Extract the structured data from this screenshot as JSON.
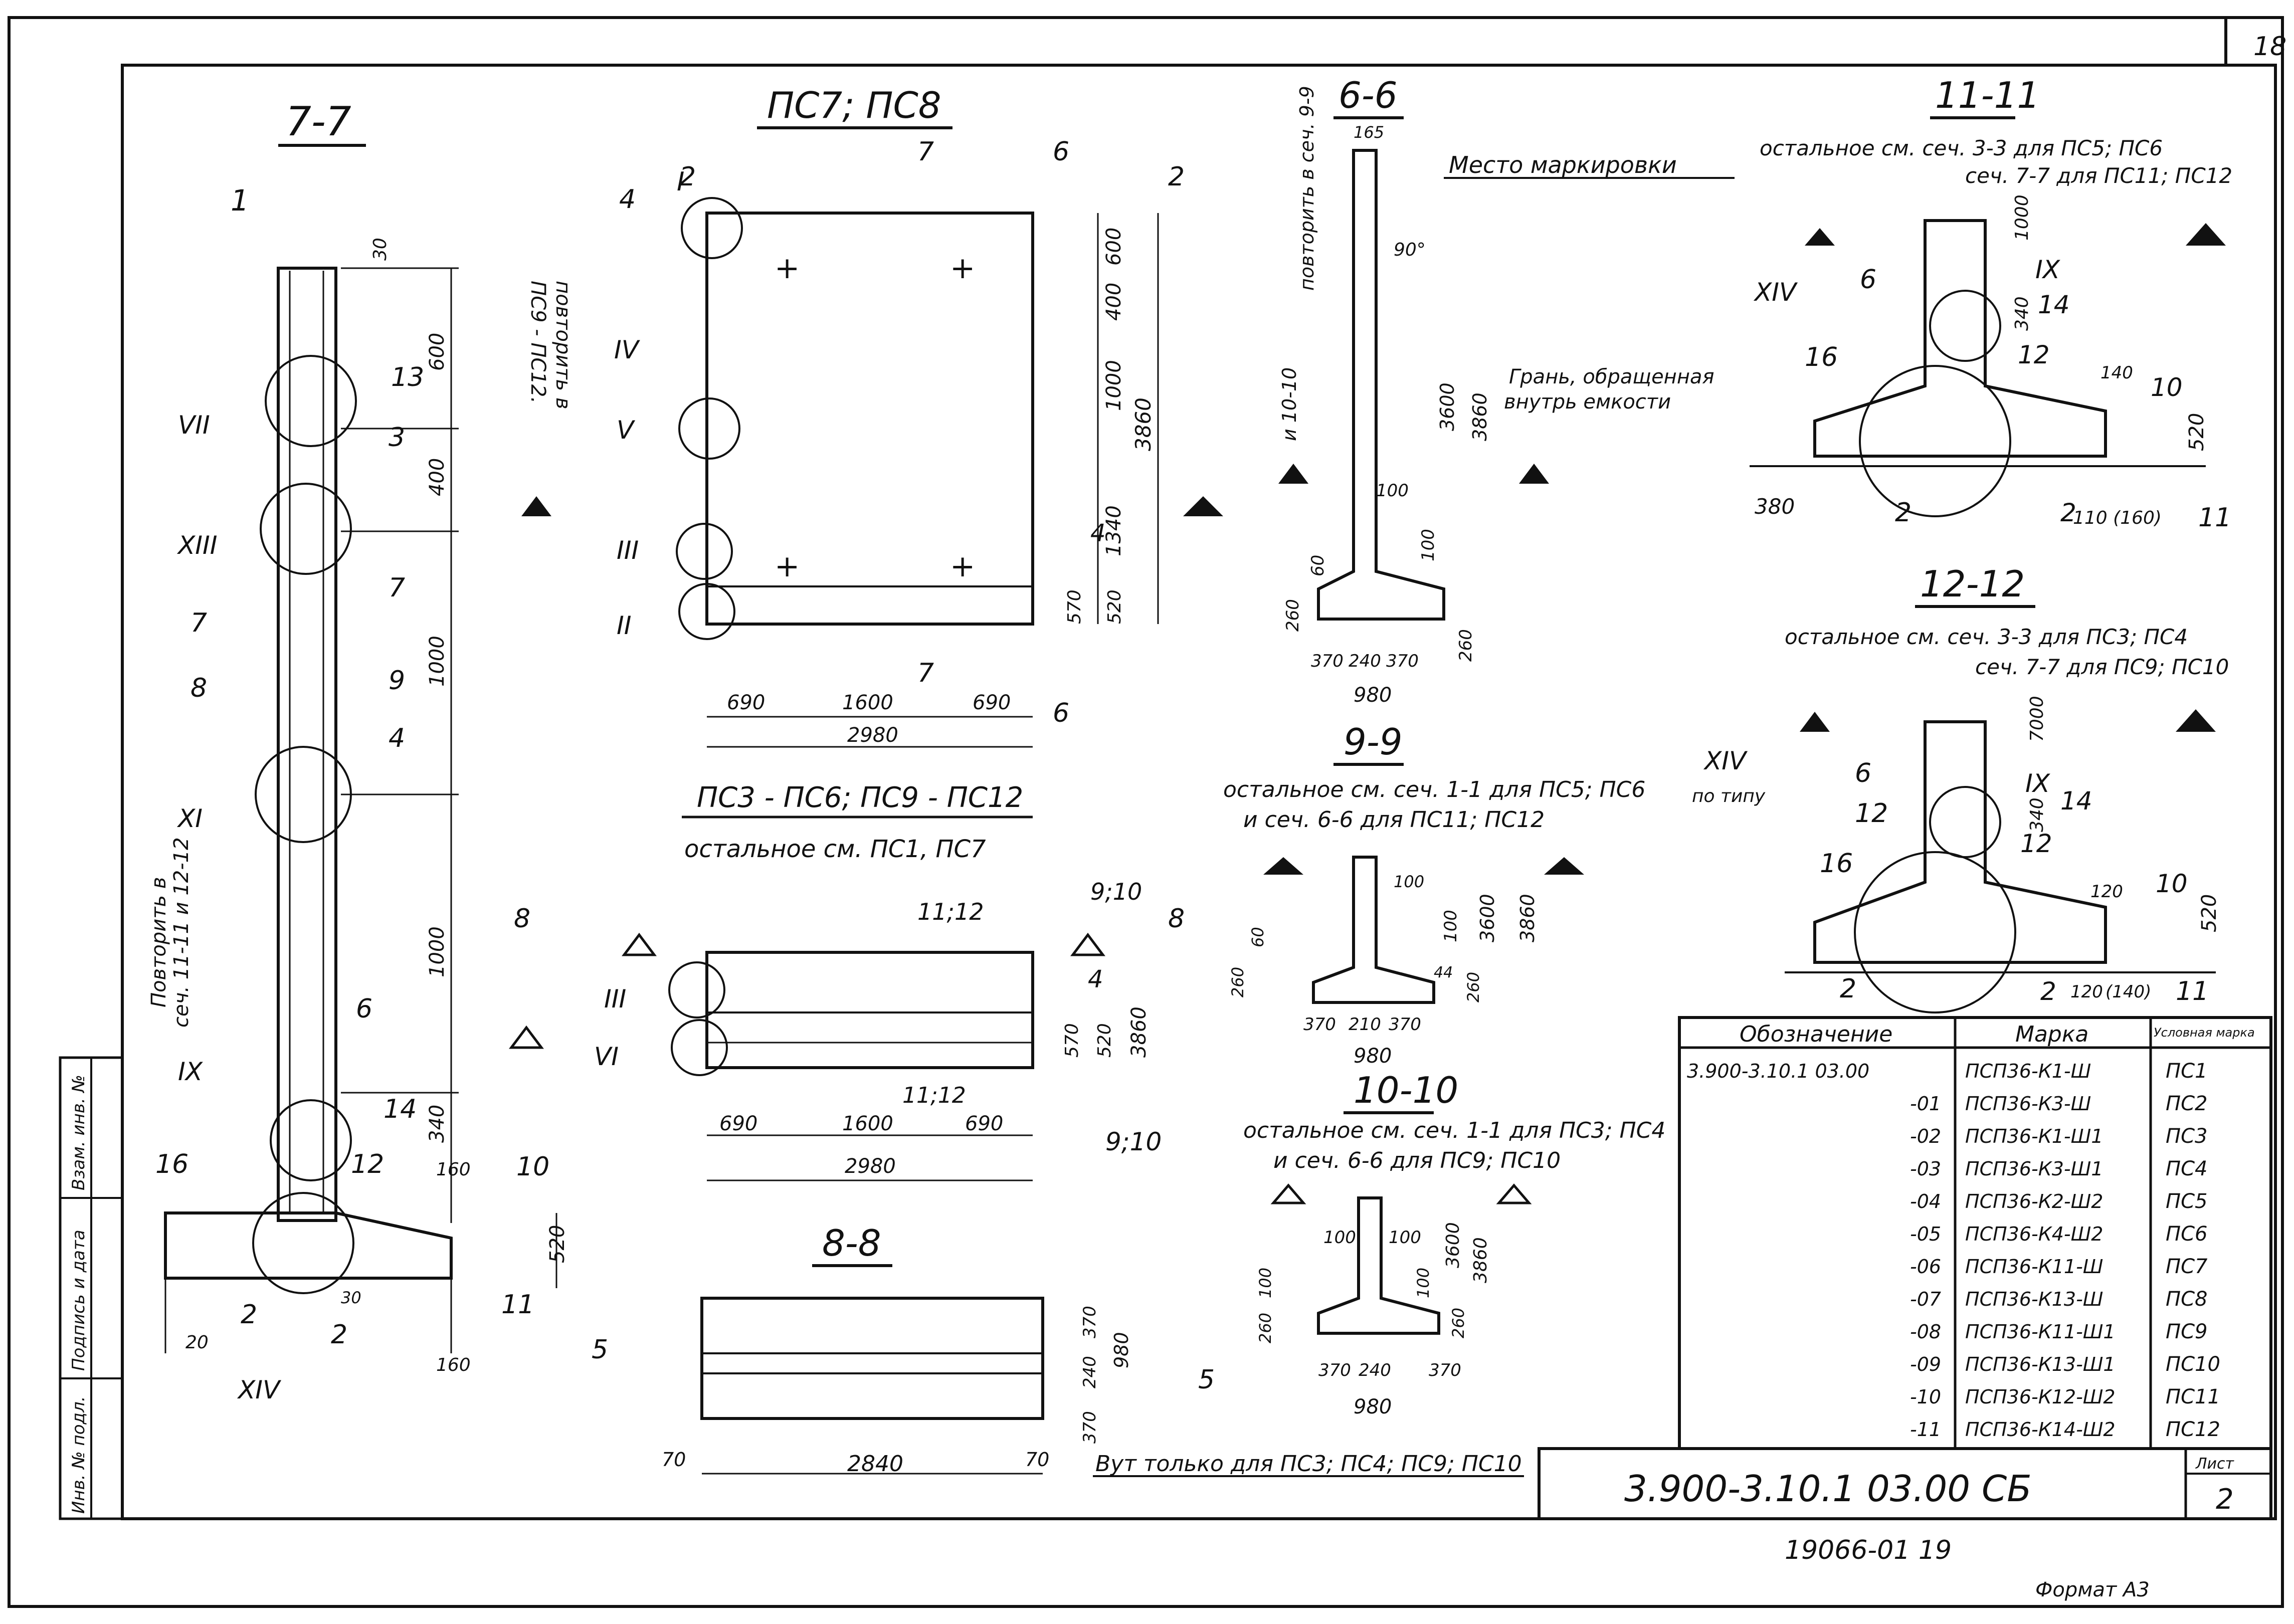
{
  "sheet_top": "18",
  "views": {
    "s77": "7-7",
    "pc78": "ПС7; ПС8",
    "s66": "6-6",
    "s1111": "11-11",
    "s1212": "12-12",
    "s99": "9-9",
    "s1010": "10-10",
    "s88": "8-8",
    "pc36_612": "ПС3 - ПС6; ПС9 - ПС12"
  },
  "notes": {
    "rest_pc": "остальное см. ПС1, ПС7",
    "mark_place": "Место маркировки",
    "face1": "Грань, обращенная",
    "face2": "внутрь емкости",
    "repeat66_1": "повторить в сеч. 9-9",
    "repeat66_2": "и 10-10",
    "repeat77_1": "повторить в",
    "repeat77_2": "ПС9 - ПС12.",
    "repeat_low1": "Повторить в",
    "repeat_low2": "сеч. 11-11 и 12-12",
    "n1111_1": "остальное см. сеч. 3-3 для ПС5; ПС6",
    "n1111_2": "сеч. 7-7 для ПС11; ПС12",
    "n1212_1": "остальное см. сеч. 3-3 для ПС3; ПС4",
    "n1212_2": "сеч. 7-7 для ПС9; ПС10",
    "n99_1": "остальное см. сеч. 1-1 для ПС5; ПС6",
    "n99_2": "и сеч. 6-6 для ПС11; ПС12",
    "n1010_1": "остальное см. сеч. 1-1 для ПС3; ПС4",
    "n1010_2": "и сеч. 6-6 для ПС9; ПС10",
    "vut": "Вут только для ПС3; ПС4; ПС9; ПС10",
    "po_tipu": "по типу"
  },
  "dims": {
    "d30": "30",
    "d600": "600",
    "d400": "400",
    "d1000": "1000",
    "d340": "340",
    "d520": "520",
    "d160": "160",
    "d20": "20",
    "d3860": "3860",
    "d1340": "1340",
    "d570": "570",
    "d690": "690",
    "d1600": "1600",
    "d2980": "2980",
    "d165": "165",
    "d90": "90°",
    "d3600": "3600",
    "d100": "100",
    "d260": "260",
    "d60": "60",
    "d370": "370",
    "d240": "240",
    "d980": "980",
    "d380": "380",
    "d140": "140",
    "d110": "110 (160)",
    "d120": "120",
    "d140b": "(140)",
    "d44": "44",
    "d210": "210",
    "d2840": "2840",
    "d70": "70",
    "d7000": "7000"
  },
  "labels": {
    "n1": "1",
    "n2": "2",
    "n3": "3",
    "n4": "4",
    "n5": "5",
    "n6": "6",
    "n7": "7",
    "n8": "8",
    "n9": "9",
    "n10": "10",
    "n11": "11",
    "n12": "12",
    "n13": "13",
    "n14": "14",
    "n16": "16",
    "r1": "I",
    "r2": "II",
    "r3": "III",
    "r4": "IV",
    "r5": "V",
    "r6": "VI",
    "r7": "VII",
    "r9": "IX",
    "r11": "XI",
    "r13": "XIII",
    "r14": "XIV",
    "s910": "9;10",
    "s1112": "11;12"
  },
  "side_stamp": [
    "Инв. № подл.",
    "Подпись и дата",
    "Взам. инв. №"
  ],
  "table": {
    "headers": [
      "Обозначение",
      "Марка",
      "Условная марка"
    ],
    "rows": [
      [
        "3.900-3.10.1 03.00",
        "ПСП36-К1-Ш",
        "ПС1"
      ],
      [
        "-01",
        "ПСП36-К3-Ш",
        "ПС2"
      ],
      [
        "-02",
        "ПСП36-К1-Ш1",
        "ПС3"
      ],
      [
        "-03",
        "ПСП36-К3-Ш1",
        "ПС4"
      ],
      [
        "-04",
        "ПСП36-К2-Ш2",
        "ПС5"
      ],
      [
        "-05",
        "ПСП36-К4-Ш2",
        "ПС6"
      ],
      [
        "-06",
        "ПСП36-К11-Ш",
        "ПС7"
      ],
      [
        "-07",
        "ПСП36-К13-Ш",
        "ПС8"
      ],
      [
        "-08",
        "ПСП36-К11-Ш1",
        "ПС9"
      ],
      [
        "-09",
        "ПСП36-К13-Ш1",
        "ПС10"
      ],
      [
        "-10",
        "ПСП36-К12-Ш2",
        "ПС11"
      ],
      [
        "-11",
        "ПСП36-К14-Ш2",
        "ПС12"
      ]
    ]
  },
  "title_block": {
    "code": "3.900-3.10.1  03.00 СБ",
    "sheet_label": "Лист",
    "sheet_no": "2"
  },
  "footer": {
    "inv": "19066-01  19",
    "format": "Формат А3"
  }
}
